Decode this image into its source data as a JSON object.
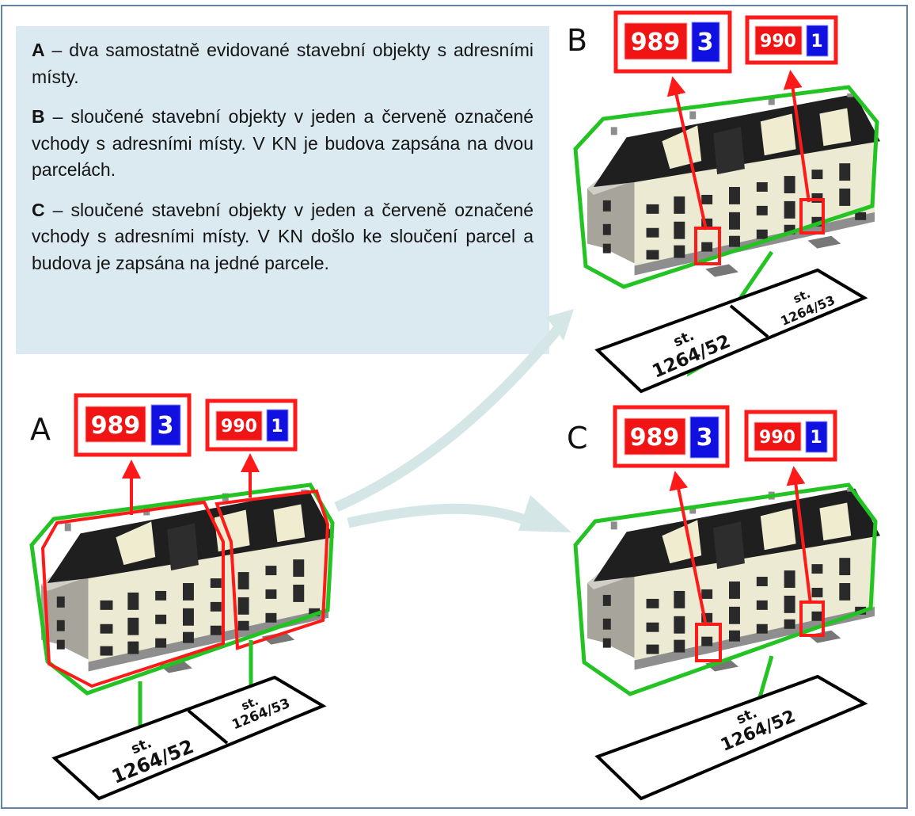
{
  "description_panel": {
    "items": [
      {
        "letter": "A",
        "text": " – dva samostatně evidované stavební objekty s adresními místy."
      },
      {
        "letter": "B",
        "text": " – sloučené stavební objekty v jeden a červeně označené vchody s adresními místy. V KN je budova zapsána na dvou parcelách."
      },
      {
        "letter": "C",
        "text": " – sloučené stavební objekty v jeden a červeně označené vchody s adresními místy. V KN došlo ke sloučení parcel a budova je zapsána na jedné parcele."
      }
    ]
  },
  "colors": {
    "frame": "#5f82a6",
    "panel_bg": "#dbeaf0",
    "building_outline": "#22c322",
    "entrance_outline": "#ff1a1a",
    "address_number_bg": "#f01414",
    "orientation_number_bg": "#1010e0",
    "flow_arrow": "#d4e6e6",
    "parcel_outline": "#000000"
  },
  "sections": {
    "A": {
      "label": "A",
      "addresses": [
        {
          "number": "989",
          "orientation": "3"
        },
        {
          "number": "990",
          "orientation": "1"
        }
      ],
      "parcels": [
        {
          "prefix": "st.",
          "number": "1264/52"
        },
        {
          "prefix": "st.",
          "number": "1264/53"
        }
      ]
    },
    "B": {
      "label": "B",
      "addresses": [
        {
          "number": "989",
          "orientation": "3"
        },
        {
          "number": "990",
          "orientation": "1"
        }
      ],
      "parcels": [
        {
          "prefix": "st.",
          "number": "1264/52"
        },
        {
          "prefix": "st.",
          "number": "1264/53"
        }
      ]
    },
    "C": {
      "label": "C",
      "addresses": [
        {
          "number": "989",
          "orientation": "3"
        },
        {
          "number": "990",
          "orientation": "1"
        }
      ],
      "parcels": [
        {
          "prefix": "st.",
          "number": "1264/52"
        }
      ]
    }
  }
}
